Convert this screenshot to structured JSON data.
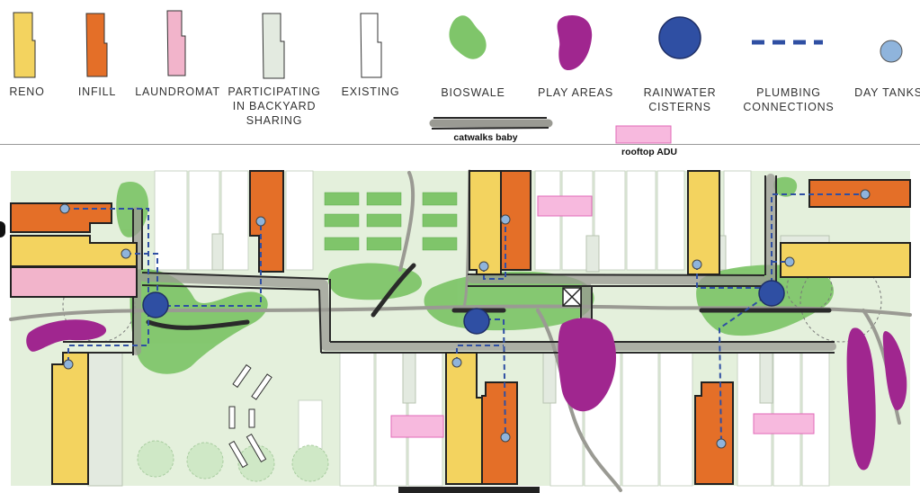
{
  "legend": {
    "items": [
      {
        "key": "reno",
        "label": "RENO",
        "color": "#f3d35f"
      },
      {
        "key": "infill",
        "label": "INFILL",
        "color": "#e46f28"
      },
      {
        "key": "laundromat",
        "label": "LAUNDROMAT",
        "color": "#f2b4cb"
      },
      {
        "key": "participating",
        "label": "PARTICIPATING\nIN BACKYARD\nSHARING",
        "color": "#e3eae0"
      },
      {
        "key": "existing",
        "label": "EXISTING",
        "color": "#ffffff"
      },
      {
        "key": "bioswale",
        "label": "BIOSWALE",
        "color": "#7fc56a"
      },
      {
        "key": "play_areas",
        "label": "PLAY AREAS",
        "color": "#a0268f"
      },
      {
        "key": "rainwater",
        "label": "RAINWATER\nCISTERNS",
        "color": "#2f4fa3"
      },
      {
        "key": "plumbing",
        "label": "PLUMBING\nCONNECTIONS",
        "color": "#2f4fa3"
      },
      {
        "key": "day_tanks",
        "label": "DAY TANKS",
        "color": "#8fb4dc"
      }
    ],
    "catwalks_label": "catwalks baby",
    "rooftop_adu_label": "rooftop ADU"
  },
  "colors": {
    "ground": "#e4f0dc",
    "path": "#9a9a93",
    "catwalk": "#2a2a2a",
    "adu": "#f7b9de"
  }
}
